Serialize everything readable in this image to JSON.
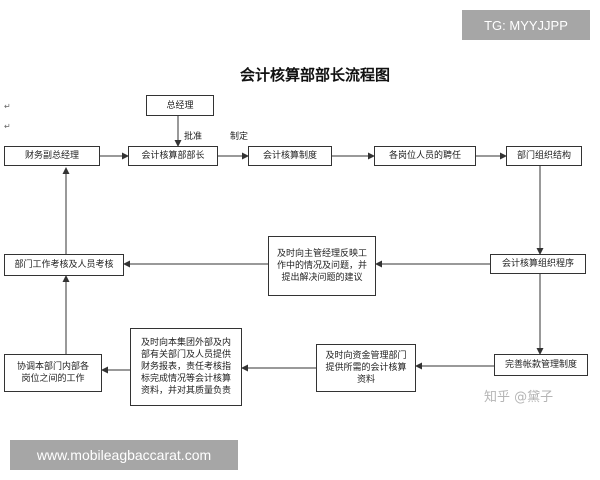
{
  "title": "会计核算部部长流程图",
  "badges": {
    "telegram": "TG: MYYJJPP",
    "url": "www.mobileagbaccarat.com",
    "watermark": "知乎 @黛子"
  },
  "boxes": {
    "gm": "总经理",
    "vp": "财务副总经理",
    "head": "会计核算部部长",
    "system": "会计核算制度",
    "hiring": "各岗位人员的聘任",
    "structure": "部门组织结构",
    "procedure": "会计核算组织程序",
    "report_issues": "及时向主管经理反映工作中的情况及问题，并提出解决问题的建议",
    "evaluation": "部门工作考核及人员考核",
    "accounts": "完善帐款管理制度",
    "funds": "及时向资金管理部门提供所需的会计核算资料",
    "group": "及时向本集团外部及内部有关部门及人员提供财务报表，责任考核指标完成情况等会计核算资料，并对其质量负责",
    "coordinate": "协调本部门内部各岗位之间的工作"
  },
  "labels": {
    "approve": "批准",
    "formulate": "制定"
  }
}
